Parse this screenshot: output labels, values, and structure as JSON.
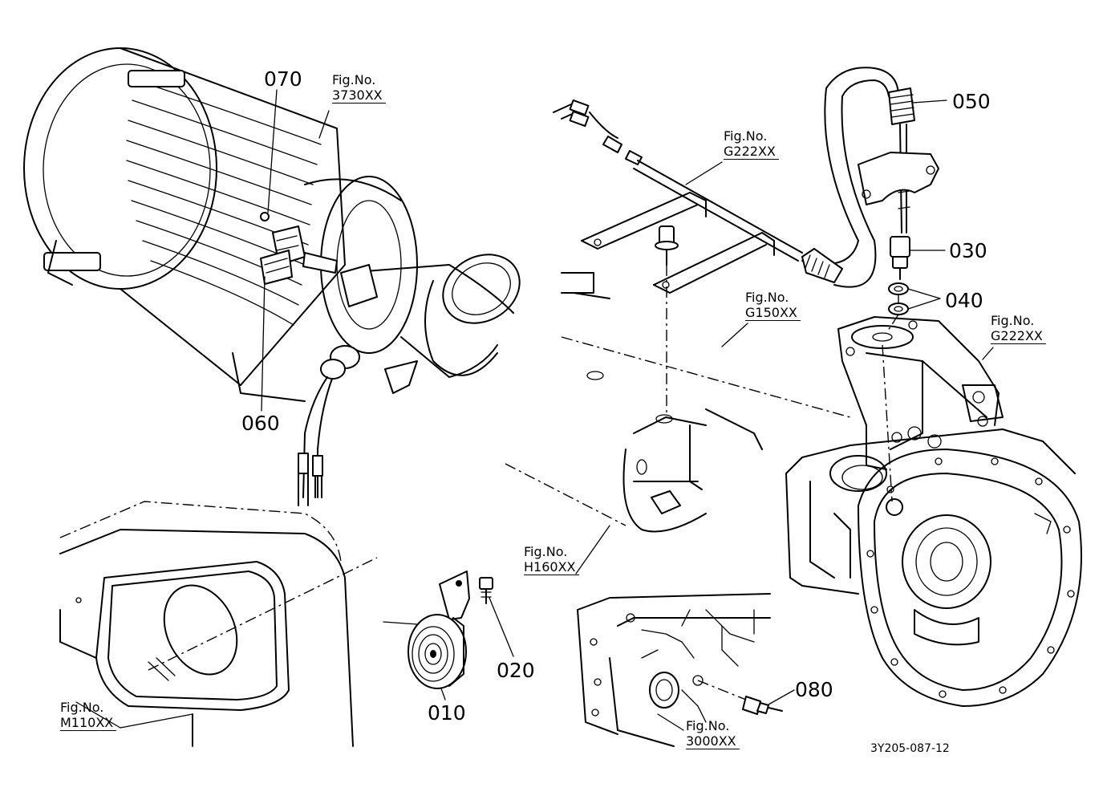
{
  "parts": [
    {
      "id": "p070",
      "number": "070"
    },
    {
      "id": "p060",
      "number": "060"
    },
    {
      "id": "p050",
      "number": "050"
    },
    {
      "id": "p030",
      "number": "030"
    },
    {
      "id": "p040",
      "number": "040"
    },
    {
      "id": "p020",
      "number": "020"
    },
    {
      "id": "p010",
      "number": "010"
    },
    {
      "id": "p080",
      "number": "080"
    }
  ],
  "fig_refs": {
    "f3730": {
      "caption": "Fig.No.",
      "ref": "3730XX"
    },
    "fG222a": {
      "caption": "Fig.No.",
      "ref": "G222XX"
    },
    "fG150": {
      "caption": "Fig.No.",
      "ref": "G150XX"
    },
    "fG222b": {
      "caption": "Fig.No.",
      "ref": "G222XX"
    },
    "fH160": {
      "caption": "Fig.No.",
      "ref": "H160XX"
    },
    "fM110": {
      "caption": "Fig.No.",
      "ref": "M110XX"
    },
    "f3000": {
      "caption": "Fig.No.",
      "ref": "3000XX"
    }
  },
  "drawing_code": "3Y205-087-12"
}
